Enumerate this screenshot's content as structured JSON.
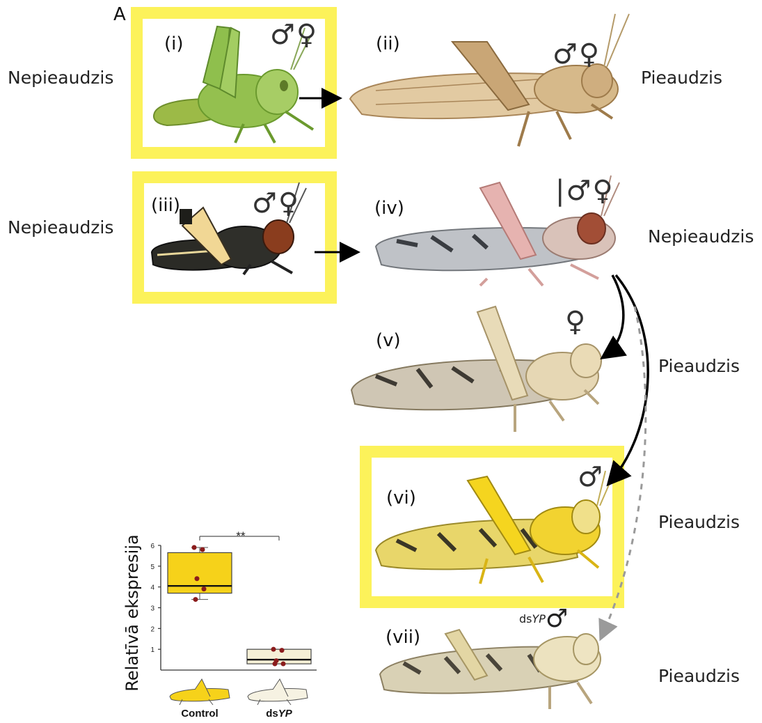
{
  "panel_letter": "A",
  "stage_labels": {
    "row_i": "Nepieaudzis",
    "row_ii": "Pieaudzis",
    "row_iii": "Nepieaudzis",
    "row_iv": "Nepieaudzis",
    "row_v": "Pieaudzis",
    "row_vi": "Pieaudzis",
    "row_vii": "Pieaudzis"
  },
  "roman": {
    "i": "(i)",
    "ii": "(ii)",
    "iii": "(iii)",
    "iv": "(iv)",
    "v": "(v)",
    "vi": "(vi)",
    "vii": "(vii)"
  },
  "sex_symbols": {
    "i": "♂♀",
    "ii": "♂♀",
    "iii": "♂♀",
    "iv": "|♂♀",
    "v": "♀",
    "vi": "♂",
    "vii_prefix": "ds",
    "vii_italic": "YP",
    "vii_symbol": "♂"
  },
  "colors": {
    "highlight_frame": "#fcf25a",
    "control_box": "#f6d21a",
    "dsyp_box": "#f5f0d6",
    "dot": "#8b1c1c",
    "arrow": "#000000",
    "dashed_arrow": "#9a9a9a"
  },
  "chart_data": {
    "type": "boxplot",
    "ylabel": "Relatīvā ekspresija",
    "ylim": [
      0,
      6
    ],
    "yticks": [
      "1",
      "2",
      "3",
      "4",
      "5",
      "6"
    ],
    "significance": "**",
    "groups": [
      {
        "label": "Control",
        "label_prefix": "",
        "label_italic": "",
        "whisker_low": 3.4,
        "q1": 3.7,
        "median": 4.05,
        "q3": 5.65,
        "whisker_high": 5.9,
        "points": [
          5.9,
          5.8,
          4.4,
          3.9,
          3.4
        ]
      },
      {
        "label": "",
        "label_prefix": "ds",
        "label_italic": "YP",
        "whisker_low": 0.3,
        "q1": 0.3,
        "median": 0.5,
        "q3": 1.0,
        "whisker_high": 1.0,
        "points": [
          1.0,
          0.95,
          0.45,
          0.3,
          0.3
        ]
      }
    ]
  }
}
